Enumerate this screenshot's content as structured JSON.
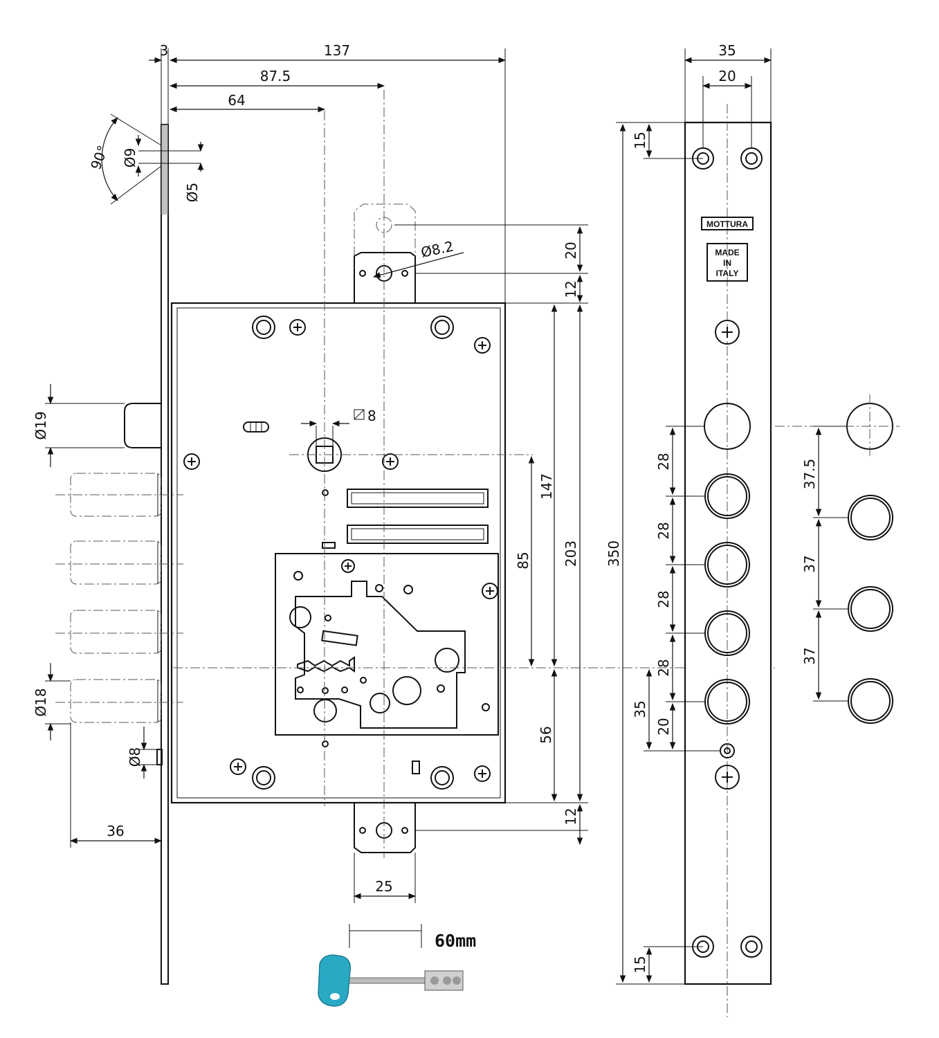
{
  "dimensions": {
    "d3": "3",
    "d137": "137",
    "d87_5": "87.5",
    "d64": "64",
    "angle90": "90°",
    "dia9": "Ø9",
    "dia5": "Ø5",
    "dia8_2": "Ø8.2",
    "d20_top": "20",
    "d12_top": "12",
    "sq8": "8",
    "dia19": "Ø19",
    "d147": "147",
    "d203": "203",
    "d85": "85",
    "d350": "350",
    "d56": "56",
    "d12_bot": "12",
    "dia18": "Ø18",
    "dia8": "Ø8",
    "d36": "36",
    "d25": "25",
    "key_length": "60mm",
    "d35_top": "35",
    "d20_top_plate": "20",
    "d15_top": "15",
    "d15_bot": "15",
    "d28_a": "28",
    "d28_b": "28",
    "d28_c": "28",
    "d28_d": "28",
    "d35_low": "35",
    "d20_low": "20",
    "d37_5": "37.5",
    "d37_a": "37",
    "d37_b": "37"
  },
  "faceplate": {
    "brand": "MOTTURA",
    "origin_line1": "MADE",
    "origin_line2": "IN",
    "origin_line3": "ITALY"
  },
  "colors": {
    "key_head": "#2aa9c4",
    "line": "#111111"
  }
}
